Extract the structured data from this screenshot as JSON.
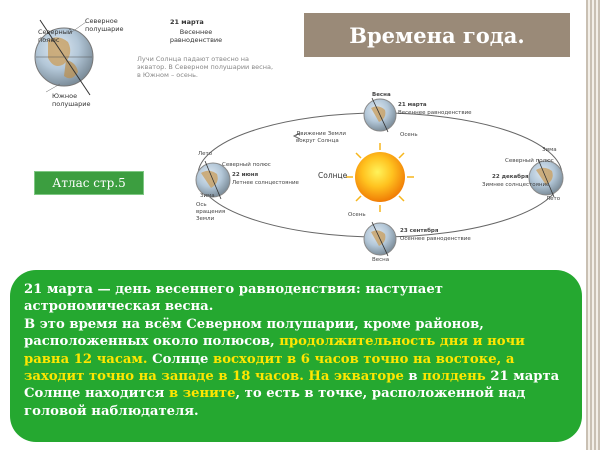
{
  "title": "Времена года.",
  "atlas_button": "Атлас стр.5",
  "top_diagram": {
    "north_pole": "Северный полюс",
    "northern_hemisphere": "Северное полушарие",
    "southern_hemisphere": "Южное полушарие",
    "date": "21 марта",
    "event": "Весеннее равноденствие",
    "note": "Лучи Солнца падают отвесно на экватор. В Северном полушарии весна, в Южном – осень."
  },
  "orbit_diagram": {
    "sun": "Солнце",
    "top_season": "Весна",
    "top_date": "21 марта",
    "top_event": "Весеннее равноденствие",
    "top_right_season": "Осень",
    "earth_motion": "Движение Земли вокруг Солнца",
    "left_season_top": "Лето",
    "left_pole": "Северный полюс",
    "left_season_bottom": "Зима",
    "left_date": "22 июня",
    "left_event": "Летнее солнцестояние",
    "axis_label": "Ось вращения Земли",
    "right_season_top": "Зима",
    "right_pole": "Северный полюс",
    "right_date": "22 декабря",
    "right_event": "Зимнее солнцестояние",
    "right_season_bottom": "Лето",
    "bottom_season_top": "Осень",
    "bottom_date": "23 сентября",
    "bottom_event": "Осеннее равноденствие",
    "bottom_season_bottom": "Весна"
  },
  "text_box": {
    "p1": "21 марта — день весеннего равноденствия: наступает астрономическая весна.",
    "p2_a": "В это время на всём Северном полушарии, кроме районов, расположенных около полюсов, ",
    "p2_h1": "продолжительность дня и ночи равна 12 часам.",
    "p2_b": " Солнце ",
    "p2_h2": "восходит в 6 часов точно на востоке, а заходит точно на западе в 18 часов.",
    "p2_c": " ",
    "p2_h3": "На экваторе",
    "p2_d": " в ",
    "p2_h4": "полдень",
    "p2_e": " 21 марта Солнце находится ",
    "p2_h5": "в зените",
    "p2_f": ", то есть в точке, расположенной над головой наблюдателя."
  },
  "colors": {
    "title_bg": "#9a8a78",
    "atlas_bg": "#3c9e40",
    "text_box_bg": "#25a830",
    "highlight": "#ffe600"
  }
}
